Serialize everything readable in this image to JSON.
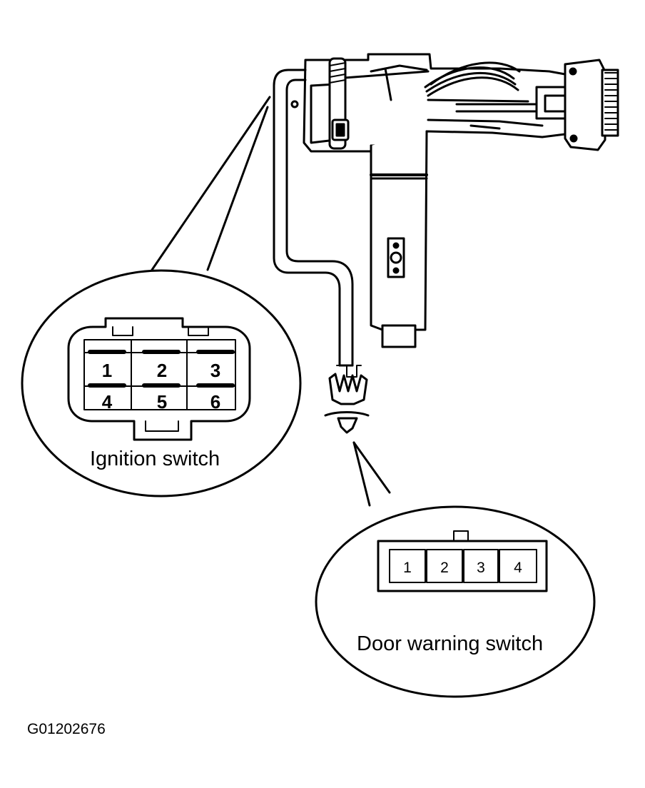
{
  "ignition_switch": {
    "caption": "Ignition switch",
    "pins": [
      "1",
      "2",
      "3",
      "4",
      "5",
      "6"
    ]
  },
  "door_warning_switch": {
    "caption": "Door warning switch",
    "pins": [
      "1",
      "2",
      "3",
      "4"
    ]
  },
  "figure_id": "G01202676",
  "colors": {
    "ink": "#000000",
    "paper": "#ffffff"
  }
}
